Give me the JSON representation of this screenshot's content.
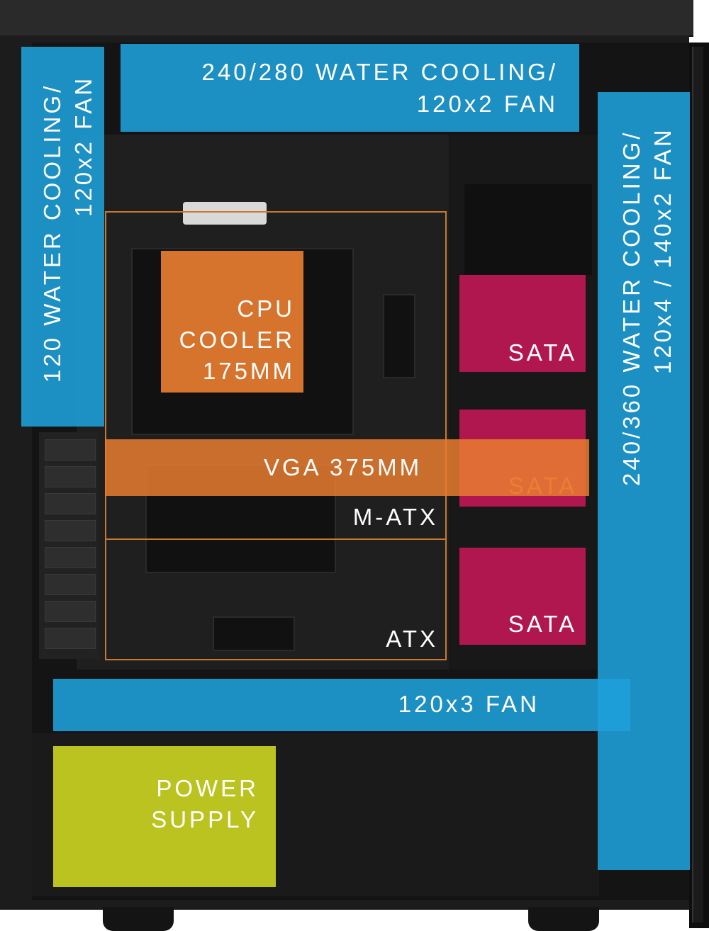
{
  "zones": {
    "top_radiator": {
      "line1": "240/280 WATER COOLING/",
      "line2": "120x2 FAN",
      "color": "#1ea0dc"
    },
    "rear_radiator": {
      "line1": "120 WATER COOLING/",
      "line2": "120x2 FAN",
      "color": "#1ea0dc"
    },
    "front_radiator": {
      "line1": "240/360 WATER COOLING/",
      "line2": "120x4 / 140x2 FAN",
      "color": "#1ea0dc"
    },
    "cpu_cooler": {
      "line1": "CPU",
      "line2": "COOLER",
      "line3": "175MM",
      "color": "#e77d30"
    },
    "vga": {
      "label": "VGA 375MM",
      "color": "#e77d30"
    },
    "matx": {
      "label": "M-ATX"
    },
    "atx": {
      "label": "ATX"
    },
    "sata": [
      {
        "label": "SATA",
        "color": "#b0174f"
      },
      {
        "label": "SATA",
        "color": "#b0174f"
      },
      {
        "label": "SATA",
        "color": "#b0174f"
      }
    ],
    "bottom_fans": {
      "label": "120x3 FAN",
      "color": "#1ea0dc"
    },
    "psu": {
      "line1": "POWER",
      "line2": "SUPPLY",
      "color": "#bac31f"
    }
  }
}
